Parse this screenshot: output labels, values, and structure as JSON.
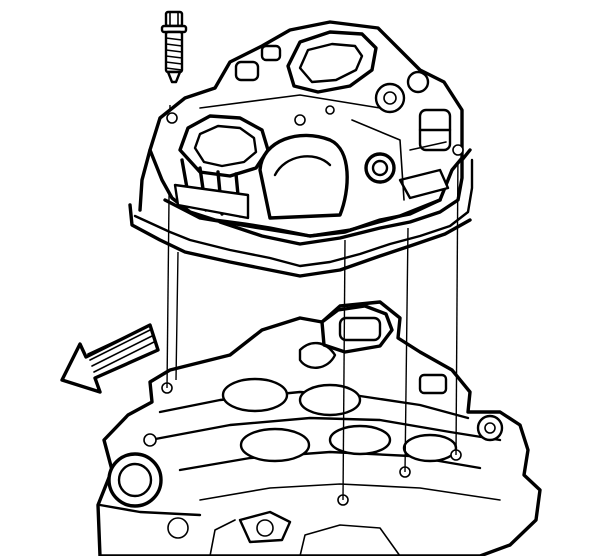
{
  "diagram": {
    "parts": [
      "bolt",
      "upper-intake-manifold",
      "manifold-gasket",
      "lower-intake-manifold",
      "direction-arrow"
    ],
    "alignment_guides": 5,
    "direction_arrow": "front-of-engine-left",
    "ink_color": "#000000",
    "background_color": "#ffffff"
  }
}
